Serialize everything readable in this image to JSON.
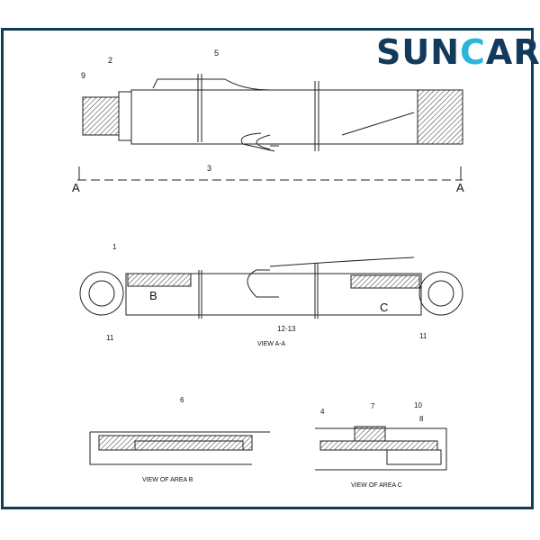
{
  "brand": {
    "part1": "SUN",
    "part2": "C",
    "part3": "AR",
    "accent": "#2bb5d9",
    "primary": "#123a5c"
  },
  "top_view": {
    "callouts": [
      "9",
      "2",
      "5",
      "3"
    ],
    "section_left": "A",
    "section_right": "A"
  },
  "view_aa": {
    "callouts": [
      "1",
      "11",
      "12-13",
      "11"
    ],
    "area_b": "B",
    "area_c": "C",
    "caption": "VIEW A-A"
  },
  "view_b": {
    "callout": "6",
    "caption": "VIEW OF AREA  B"
  },
  "view_c": {
    "callouts": [
      "4",
      "7",
      "10",
      "8"
    ],
    "caption": "VIEW OF AREA  C"
  }
}
